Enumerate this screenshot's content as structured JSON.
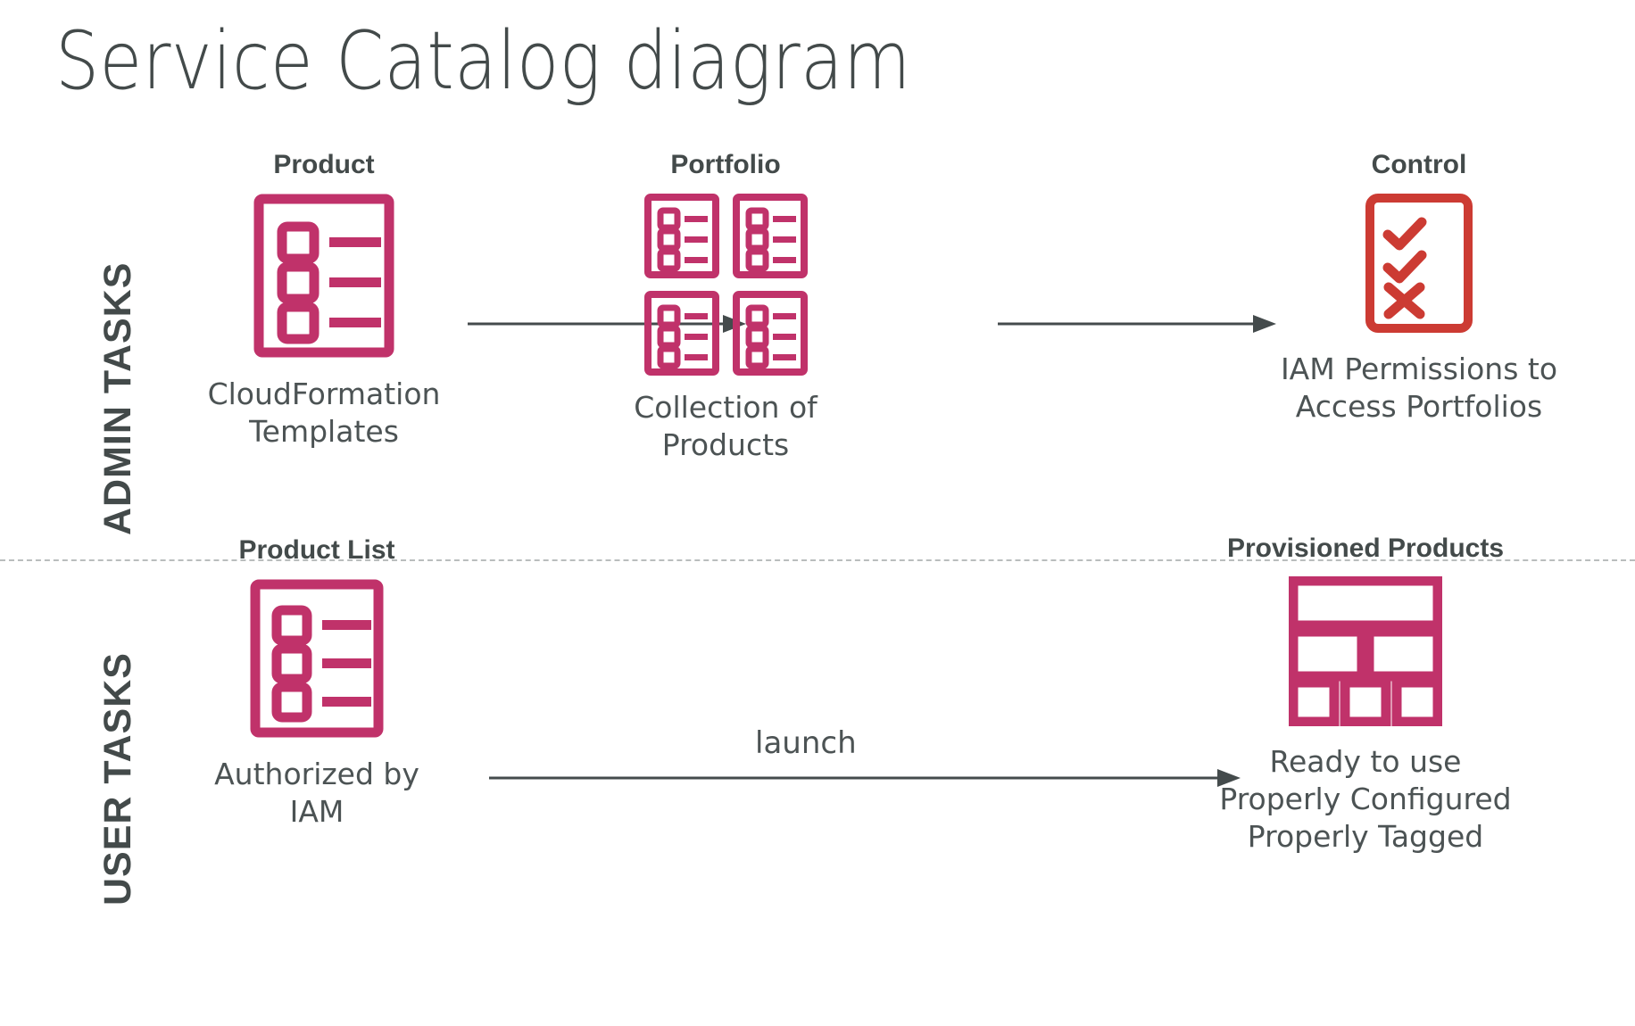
{
  "page": {
    "title": "Service Catalog diagram",
    "background_color": "#ffffff",
    "text_color": "#434a4a",
    "accent_crimson": "#C0326A",
    "accent_red": "#CC3B33",
    "arrow_color": "#444b4c",
    "divider_color": "#b9bdbd"
  },
  "lanes": [
    {
      "id": "admin",
      "label": "ADMIN TASKS"
    },
    {
      "id": "user",
      "label": "USER TASKS"
    }
  ],
  "admin_row": {
    "nodes": [
      {
        "title": "Product",
        "icon": "product-list-document-icon",
        "caption": "CloudFormation\nTemplates",
        "color": "#C0326A"
      },
      {
        "title": "Portfolio",
        "icon": "portfolio-grid-icon",
        "caption": "Collection of Products",
        "color": "#C0326A"
      },
      {
        "title": "Control",
        "icon": "checklist-approval-icon",
        "caption": "IAM Permissions to\nAccess Portfolios",
        "color": "#CC3B33"
      }
    ],
    "arrows": [
      {
        "label": "",
        "from": "Product",
        "to": "Portfolio"
      },
      {
        "label": "",
        "from": "Portfolio",
        "to": "Control"
      }
    ]
  },
  "user_row": {
    "nodes": [
      {
        "title": "Product List",
        "icon": "product-list-document-icon",
        "caption": "Authorized by IAM",
        "color": "#C0326A"
      },
      {
        "title": "Provisioned Products",
        "icon": "provisioned-blocks-icon",
        "caption": "Ready to use\nProperly Configured\nProperly Tagged",
        "color": "#C0326A"
      }
    ],
    "arrows": [
      {
        "label": "launch",
        "from": "Product List",
        "to": "Provisioned Products"
      }
    ]
  },
  "watermark": {
    "text": ""
  }
}
